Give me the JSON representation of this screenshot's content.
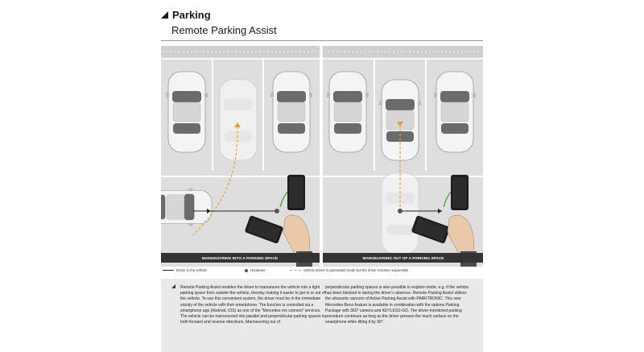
{
  "header": {
    "title": "Parking",
    "subtitle": "Remote Parking Assist"
  },
  "scene": {
    "left_panel_label": "MANOEUVRING INTO A PARKING SPACE",
    "right_panel_label": "MANOEUVRING OUT OF A PARKING SPACE",
    "colors": {
      "ground": "#dedede",
      "line": "#ffffff",
      "path": "#e6a020",
      "arc": "#4caa32",
      "label_bar": "#333333"
    }
  },
  "legend": {
    "driver": "Driver in the vehicle",
    "handover": "Handover",
    "automated": "Vehicle drives in automated mode but the driver remains responsible"
  },
  "text": {
    "col1": "Remote Parking Assist enables the driver to manoeuvre the vehicle into a tight parking space from outside the vehicle, thereby making it easier to get in or out of the vehicle. To use this convenient system, the driver must be in the immediate vicinity of the vehicle with their smartphone. The function is controlled via a smartphone app (Android, iOS) as one of the “Mercedes me connect” services. The vehicle can be manoeuvred into parallel and perpendicular parking spaces in both forward and reverse directions. Manoeuvring out of",
    "col2": "perpendicular parking spaces is also possible in explore-mode, e.g. if the vehicle has been blocked in during the driver’s absence. Remote Parking Assist utilizes the ultrasonic sensors of Active Parking Assist with PARKTRONIC. This new Mercedes-Benz-feature is available in combination with the options Parking Package with 360° camera and KEYLESS-GO. The driver-monitored parking procedure continues as long as the driver presses the touch surface on the smartphone while tilting it by 90°."
  }
}
